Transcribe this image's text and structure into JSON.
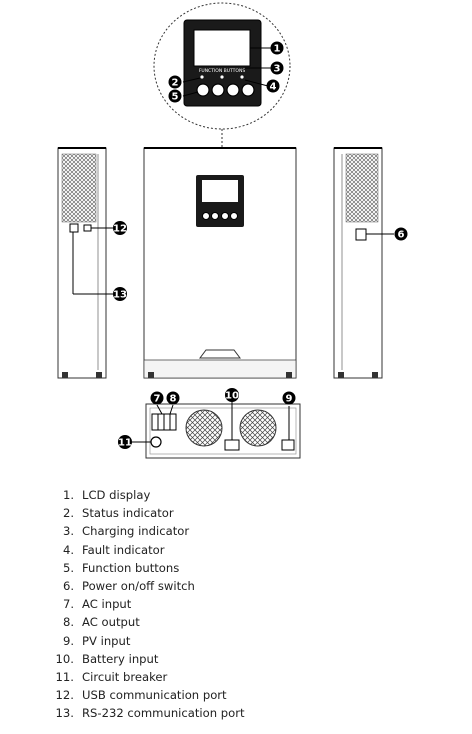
{
  "panel": {
    "title_text": "FUNCTION BUTTONS"
  },
  "callouts": [
    "1",
    "2",
    "3",
    "4",
    "5",
    "6",
    "7",
    "8",
    "9",
    "10",
    "11",
    "12",
    "13"
  ],
  "legend": [
    {
      "num": "1.",
      "label": "LCD display"
    },
    {
      "num": "2.",
      "label": "Status indicator"
    },
    {
      "num": "3.",
      "label": "Charging indicator"
    },
    {
      "num": "4.",
      "label": "Fault indicator"
    },
    {
      "num": "5.",
      "label": "Function buttons"
    },
    {
      "num": "6.",
      "label": "Power on/off switch"
    },
    {
      "num": "7.",
      "label": "AC input"
    },
    {
      "num": "8.",
      "label": "AC output"
    },
    {
      "num": "9.",
      "label": "PV input"
    },
    {
      "num": "10.",
      "label": "Battery input"
    },
    {
      "num": "11.",
      "label": "Circuit breaker"
    },
    {
      "num": "12.",
      "label": "USB communication port"
    },
    {
      "num": "13.",
      "label": "RS-232 communication port"
    }
  ]
}
